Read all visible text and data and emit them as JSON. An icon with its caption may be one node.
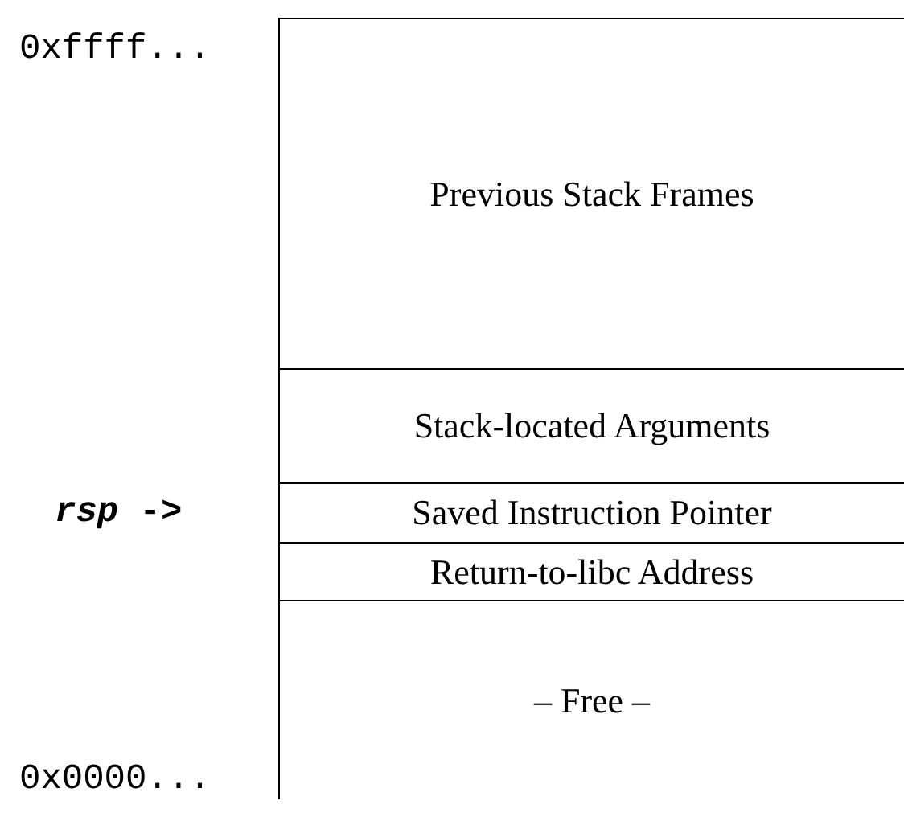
{
  "diagram": {
    "nodes": [
      {
        "text": [
          "Previous Stack Frames"
        ]
      },
      {
        "text": [
          "Stack-located Arguments"
        ]
      },
      {
        "text": [
          "Saved Instruction Pointer"
        ]
      },
      {
        "text": [
          "Return-to-libc Address"
        ]
      },
      {
        "text": [
          "– Free –"
        ]
      }
    ],
    "labels": [
      "0xffff...",
      "*rsp* ->",
      "0x0000..."
    ]
  }
}
